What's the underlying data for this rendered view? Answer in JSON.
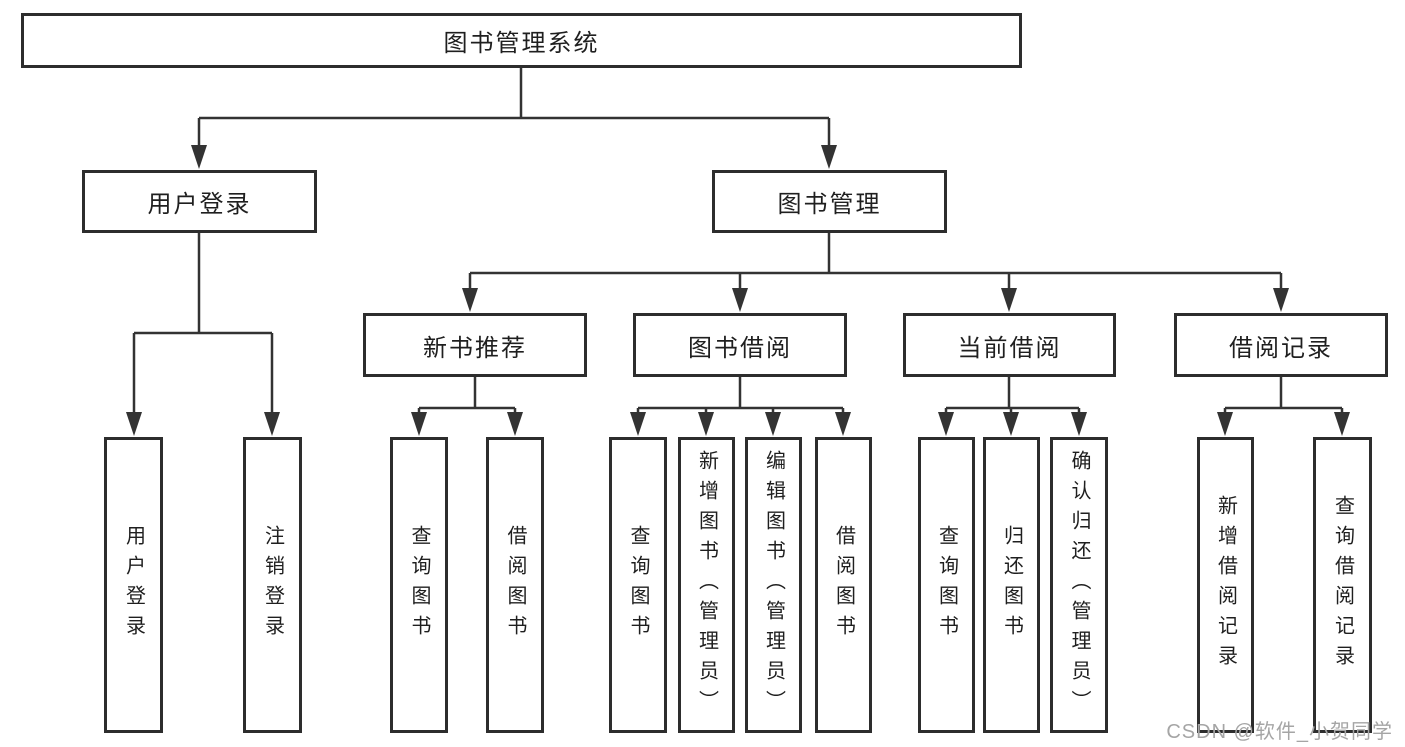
{
  "colors": {
    "line": "#333333",
    "box_border": "#2d2d2d",
    "text": "#1f1f1f",
    "watermark": "#a5a5a5",
    "background": "#ffffff"
  },
  "diagram": {
    "root_label": "图书管理系统",
    "user_login": {
      "label": "用户登录",
      "children": {
        "login": "用户登录",
        "logout": "注销登录"
      }
    },
    "book_mgmt": {
      "label": "图书管理",
      "new_books": {
        "label": "新书推荐",
        "children": {
          "query": "查询图书",
          "borrow": "借阅图书"
        }
      },
      "borrowing": {
        "label": "图书借阅",
        "children": {
          "query": "查询图书",
          "add": "新增图书（管理员）",
          "edit": "编辑图书（管理员）",
          "borrow": "借阅图书"
        }
      },
      "current": {
        "label": "当前借阅",
        "children": {
          "query": "查询图书",
          "return": "归还图书",
          "confirm": "确认归还（管理员）"
        }
      },
      "records": {
        "label": "借阅记录",
        "children": {
          "add": "新增借阅记录",
          "query": "查询借阅记录"
        }
      }
    },
    "watermark": "CSDN @软件_小贺同学"
  }
}
